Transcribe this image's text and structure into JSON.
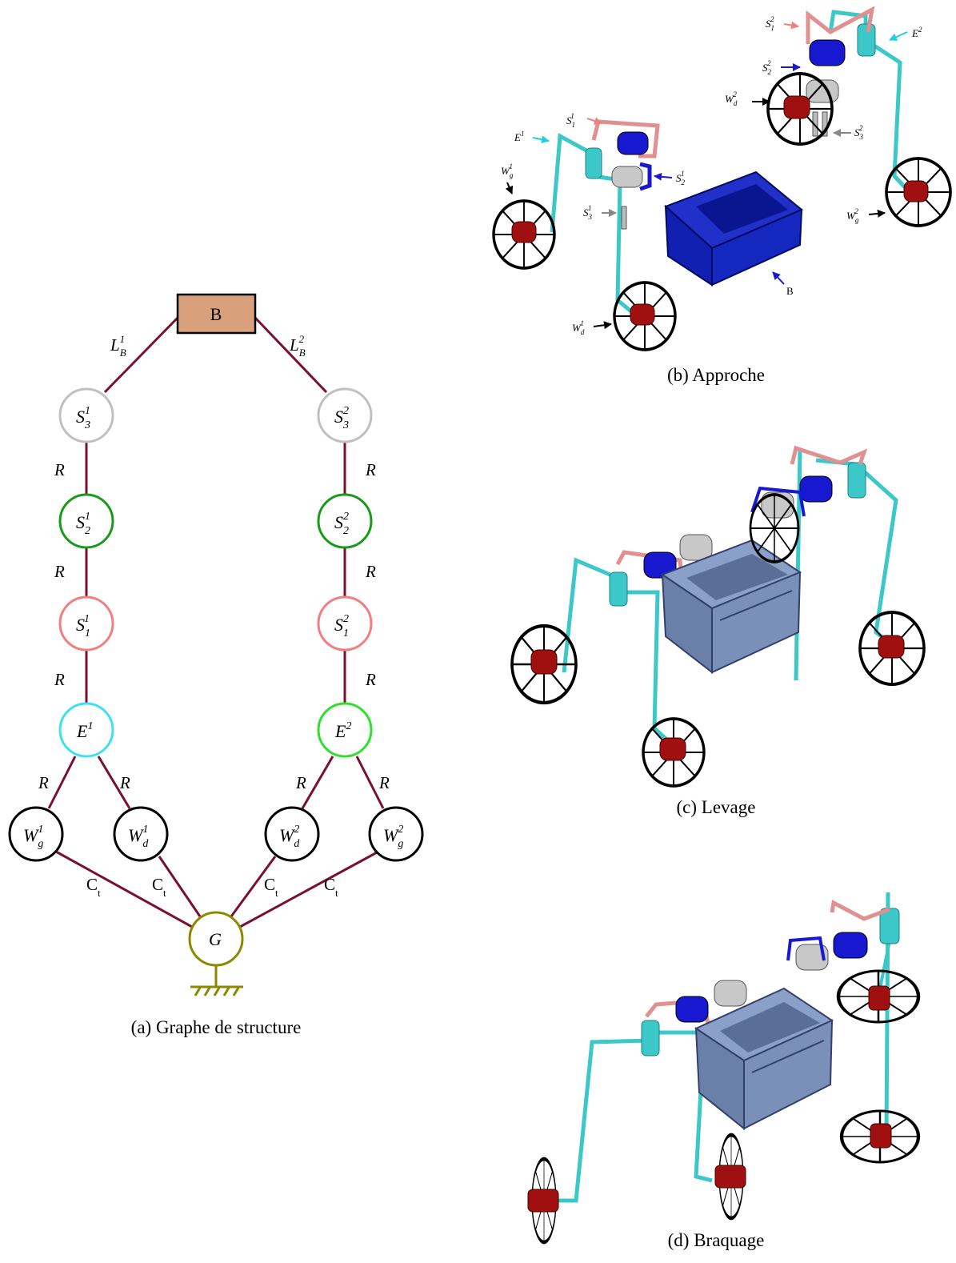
{
  "graph": {
    "nodes": {
      "B": "B",
      "S3_1": {
        "base": "S",
        "sub": "3",
        "sup": "1"
      },
      "S2_1": {
        "base": "S",
        "sub": "2",
        "sup": "1"
      },
      "S1_1": {
        "base": "S",
        "sub": "1",
        "sup": "1"
      },
      "E1": {
        "base": "E",
        "sup": "1"
      },
      "Wg1": {
        "base": "W",
        "sub": "g",
        "sup": "1"
      },
      "Wd1": {
        "base": "W",
        "sub": "d",
        "sup": "1"
      },
      "S3_2": {
        "base": "S",
        "sub": "3",
        "sup": "2"
      },
      "S2_2": {
        "base": "S",
        "sub": "2",
        "sup": "2"
      },
      "S1_2": {
        "base": "S",
        "sub": "1",
        "sup": "2"
      },
      "E2": {
        "base": "E",
        "sup": "2"
      },
      "Wd2": {
        "base": "W",
        "sub": "d",
        "sup": "2"
      },
      "Wg2": {
        "base": "W",
        "sub": "g",
        "sup": "2"
      },
      "G": "G"
    },
    "edge_labels": {
      "LB1": {
        "base": "L",
        "sub": "B",
        "sup": "1"
      },
      "LB2": {
        "base": "L",
        "sub": "B",
        "sup": "2"
      },
      "R": "R",
      "Ct": {
        "base": "C",
        "sub": "t"
      }
    },
    "colors": {
      "edge": "#7a1030",
      "box_fill": "#d9a07c",
      "S3": "#c0c0c0",
      "S2": "#1a9a1a",
      "S1": "#f08080",
      "E1": "#40e0f0",
      "E2": "#30e030",
      "W": "#000000",
      "G": "#8a8a00"
    }
  },
  "captions": {
    "a": "(a) Graphe de structure",
    "b": "(b) Approche",
    "c": "(c) Levage",
    "d": "(d) Braquage"
  },
  "approche_labels": {
    "E1": {
      "base": "E",
      "sup": "1"
    },
    "E2": {
      "base": "E",
      "sup": "2"
    },
    "S1_1": {
      "base": "S",
      "sub": "1",
      "sup": "1"
    },
    "S2_1": {
      "base": "S",
      "sub": "2",
      "sup": "1"
    },
    "S3_1": {
      "base": "S",
      "sub": "3",
      "sup": "1"
    },
    "S1_2": {
      "base": "S",
      "sub": "1",
      "sup": "2"
    },
    "S2_2": {
      "base": "S",
      "sub": "2",
      "sup": "2"
    },
    "S3_2": {
      "base": "S",
      "sub": "3",
      "sup": "2"
    },
    "Wg1": {
      "base": "W",
      "sub": "g",
      "sup": "1"
    },
    "Wd1": {
      "base": "W",
      "sub": "d",
      "sup": "1"
    },
    "Wg2": {
      "base": "W",
      "sub": "g",
      "sup": "2"
    },
    "Wd2": {
      "base": "W",
      "sub": "d",
      "sup": "2"
    },
    "B": "B"
  },
  "render_colors": {
    "cyan_frame": "#3cc8c8",
    "pink_frame": "#e09090",
    "blue_motor": "#1818d0",
    "grey_motor": "#c8c8c8",
    "red_motor": "#a01010",
    "basket_blue": "#1020b0",
    "basket_grey": "#6a80a8"
  }
}
